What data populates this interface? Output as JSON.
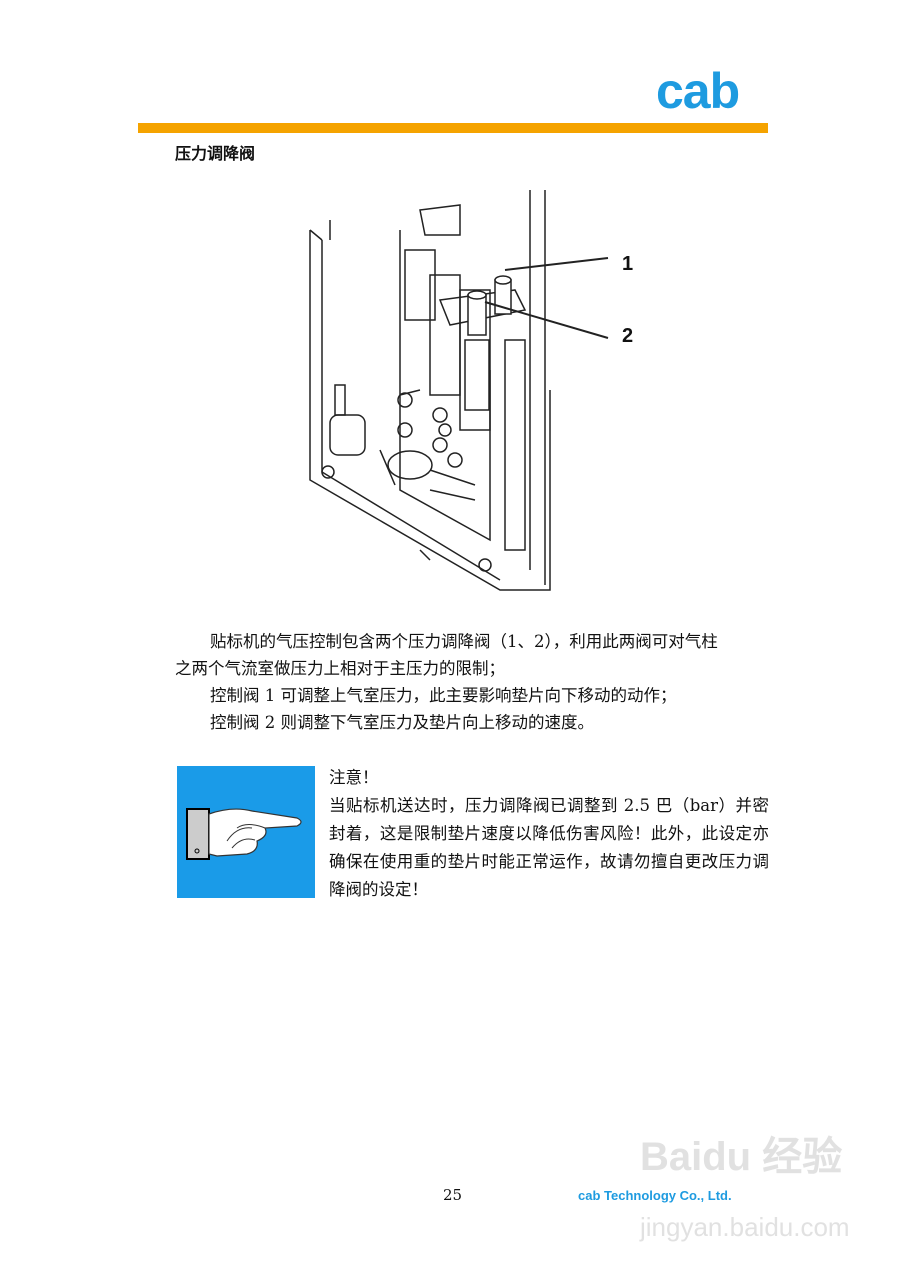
{
  "header": {
    "logo": "cab",
    "brand_color": "#1e9be0",
    "bar_color": "#f5a300"
  },
  "section_title": "压力调降阀",
  "figure": {
    "callouts": [
      "1",
      "2"
    ]
  },
  "body": {
    "paragraphs": [
      "贴标机的气压控制包含两个压力调降阀（1、2），利用此两阀可对气柱",
      "之两个气流室做压力上相对于主压力的限制；",
      "控制阀 1 可调整上气室压力，此主要影响垫片向下移动的动作；",
      "控制阀 2 则调整下气室压力及垫片向上移动的速度。"
    ]
  },
  "note": {
    "icon": "pointing-hand-icon",
    "box_color": "#1a9be8",
    "title": "注意！",
    "text": "当贴标机送达时，压力调降阀已调整到 2.5 巴（bar）并密封着，这是限制垫片速度以降低伤害风险！此外，此设定亦确保在使用重的垫片时能正常运作，故请勿擅自更改压力调降阀的设定！"
  },
  "footer": {
    "page_number": "25",
    "company": "cab Technology Co., Ltd."
  },
  "watermark": {
    "line1": "Baidu 经验",
    "line2": "jingyan.baidu.com"
  }
}
